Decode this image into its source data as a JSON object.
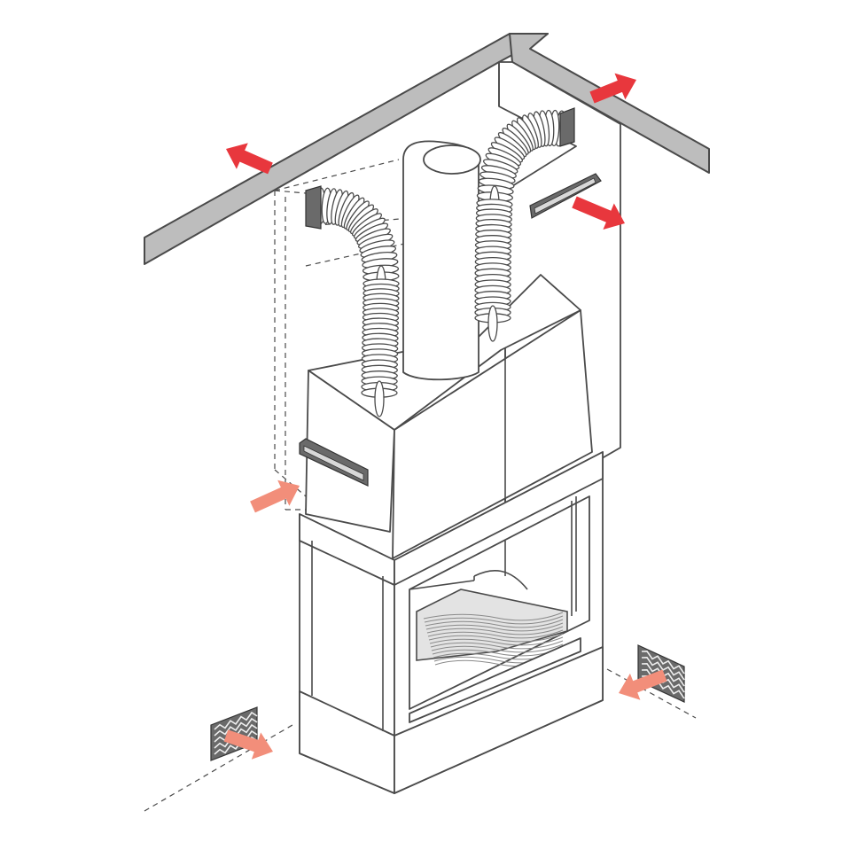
{
  "diagram": {
    "colors": {
      "outline": "#4a4a4a",
      "ceiling_fill": "#bdbdbd",
      "body_fill": "#ffffff",
      "grate_fill": "#d9d9d9",
      "grille_fill": "#6a6a6a",
      "arrow_hot": "#e8373d",
      "arrow_cold": "#f28e7a"
    },
    "arrows": [
      {
        "id": "ceiling-left",
        "kind": "hot"
      },
      {
        "id": "ceiling-right",
        "kind": "hot"
      },
      {
        "id": "wall-vent",
        "kind": "hot"
      },
      {
        "id": "air-intake",
        "kind": "cold"
      },
      {
        "id": "floor-left",
        "kind": "cold"
      },
      {
        "id": "floor-right",
        "kind": "cold"
      }
    ]
  }
}
